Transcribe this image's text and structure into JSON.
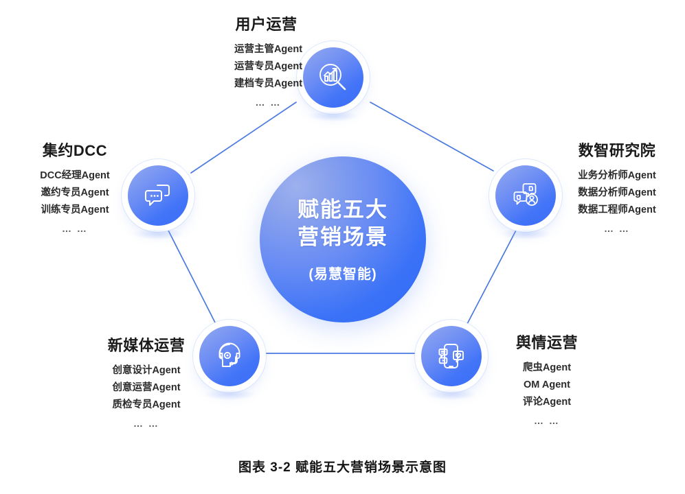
{
  "diagram": {
    "hub": {
      "title": "赋能五大\n营销场景",
      "subtitle": "(易慧智能)",
      "gradient_from": "#8fa6ec",
      "gradient_to": "#3a72f7"
    },
    "link_color": "#4a7ae0",
    "nodes": [
      {
        "id": "user",
        "title": "用户运营",
        "icon": "chart-magnifier-icon",
        "items": [
          "运营主管Agent",
          "运营专员Agent",
          "建档专员Agent"
        ],
        "ellipsis": "… …"
      },
      {
        "id": "dcc",
        "title": "集约DCC",
        "icon": "chat-bubbles-icon",
        "items": [
          "DCC经理Agent",
          "邀约专员Agent",
          "训练专员Agent"
        ],
        "ellipsis": "… …"
      },
      {
        "id": "research",
        "title": "数智研究院",
        "icon": "thumbs-feedback-person-icon",
        "items": [
          "业务分析师Agent",
          "数据分析师Agent",
          "数据工程师Agent"
        ],
        "ellipsis": "… …"
      },
      {
        "id": "media",
        "title": "新媒体运营",
        "icon": "headset-agent-icon",
        "items": [
          "创意设计Agent",
          "创意运营Agent",
          "质检专员Agent"
        ],
        "ellipsis": "… …"
      },
      {
        "id": "opinion",
        "title": "舆情运营",
        "icon": "mobile-social-icon",
        "items": [
          "爬虫Agent",
          "OM  Agent",
          "评论Agent"
        ],
        "ellipsis": "… …"
      }
    ],
    "caption": "图表 3-2 赋能五大营销场景示意图"
  }
}
